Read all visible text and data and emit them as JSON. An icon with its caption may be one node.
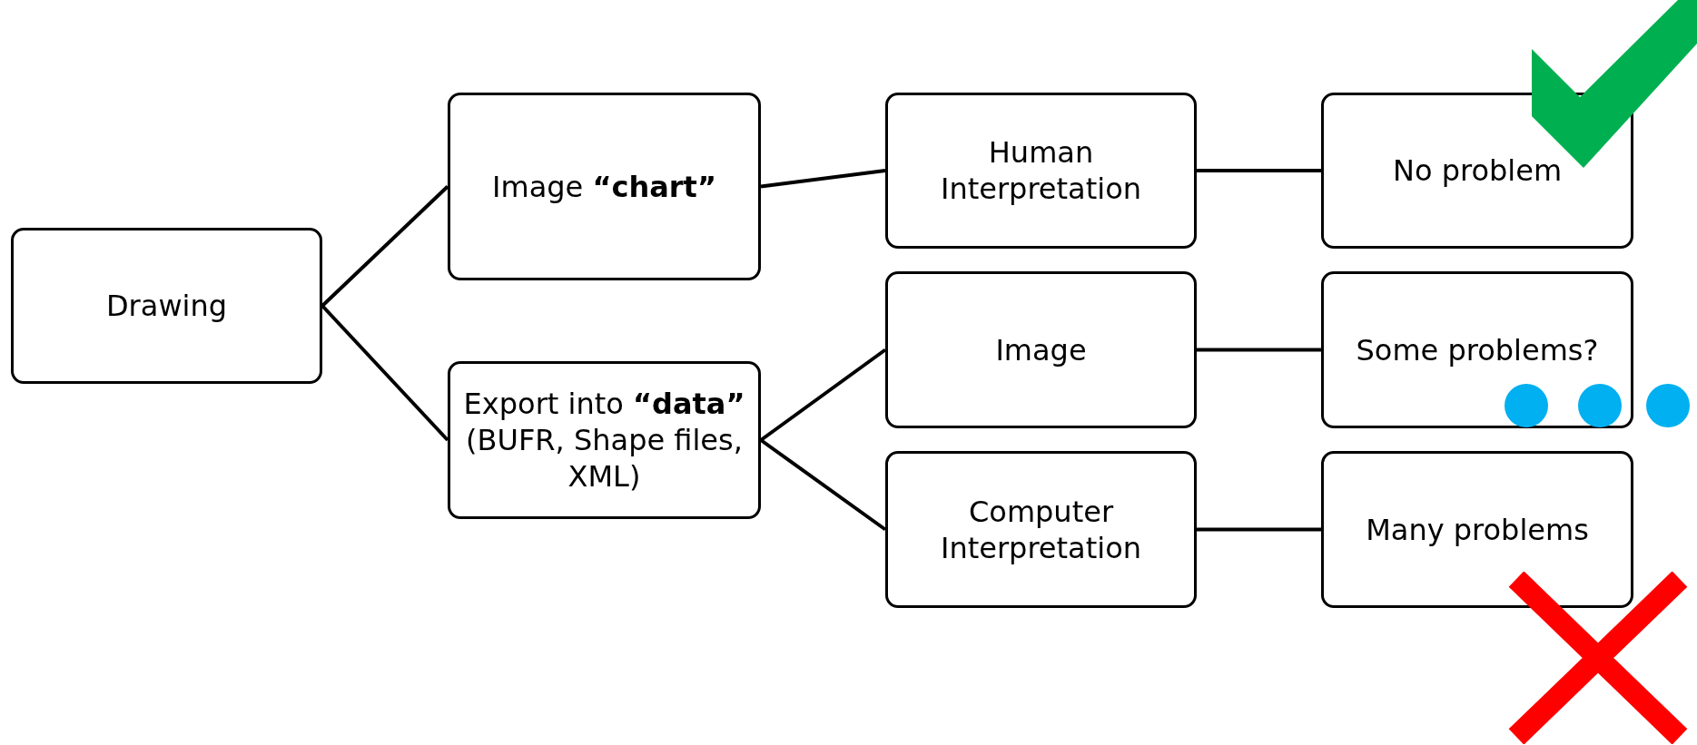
{
  "diagram": {
    "nodes": [
      {
        "text": [
          "Drawing"
        ]
      },
      {
        "text": [
          "Image **“chart”**"
        ]
      },
      {
        "text": [
          "Export into **“data”** (BUFR, Shape files, XML)"
        ]
      },
      {
        "text": [
          "Human Interpretation"
        ]
      },
      {
        "text": [
          "Image"
        ]
      },
      {
        "text": [
          "Computer Interpretation"
        ]
      },
      {
        "text": [
          "No problem"
        ]
      },
      {
        "text": [
          "Some problems?"
        ]
      },
      {
        "text": [
          "Many problems"
        ]
      }
    ],
    "edges": [
      {
        "from": 0,
        "to": 1,
        "arrow": "none"
      },
      {
        "from": 0,
        "to": 2,
        "arrow": "none"
      },
      {
        "from": 1,
        "to": 3,
        "arrow": "none"
      },
      {
        "from": 2,
        "to": 4,
        "arrow": "none"
      },
      {
        "from": 2,
        "to": 5,
        "arrow": "none"
      },
      {
        "from": 3,
        "to": 6,
        "arrow": "none"
      },
      {
        "from": 4,
        "to": 7,
        "arrow": "none"
      },
      {
        "from": 5,
        "to": 8,
        "arrow": "none"
      }
    ]
  }
}
